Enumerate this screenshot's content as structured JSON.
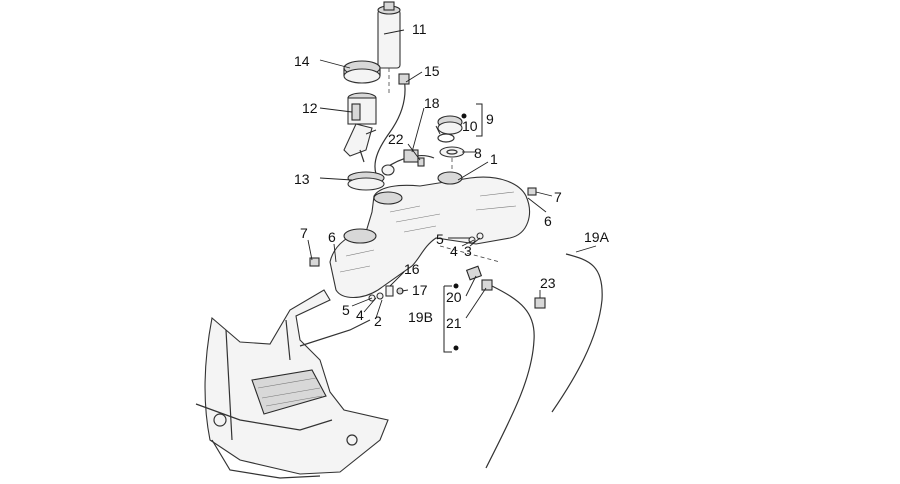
{
  "callouts": {
    "c1": "1",
    "c2": "2",
    "c3": "3",
    "c4a": "4",
    "c4b": "4",
    "c5a": "5",
    "c5b": "5",
    "c6a": "6",
    "c6b": "6",
    "c7a": "7",
    "c7b": "7",
    "c8": "8",
    "c9": "9",
    "c10": "10",
    "c11": "11",
    "c12": "12",
    "c13": "13",
    "c14": "14",
    "c15": "15",
    "c16": "16",
    "c17": "17",
    "c18": "18",
    "c19A": "19A",
    "c19B": "19B",
    "c20": "20",
    "c21": "21",
    "c22": "22",
    "c23": "23"
  },
  "colors": {
    "line": "#333333",
    "background": "#ffffff"
  }
}
